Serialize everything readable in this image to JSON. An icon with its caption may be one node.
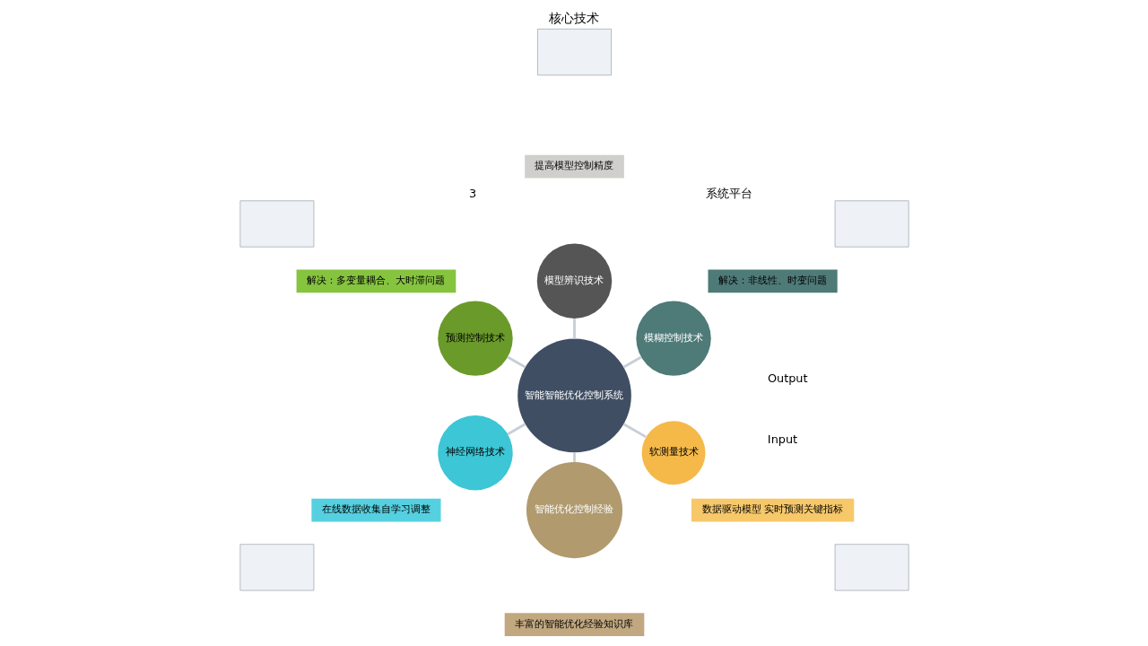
{
  "diagram": {
    "title": "核心技术",
    "nodes": [
      {
        "text": [
          "智能智能优化控制系统"
        ]
      },
      {
        "text": [
          "模糊控制技术"
        ]
      },
      {
        "text": [
          "模型辨识技术"
        ]
      },
      {
        "text": [
          "预测控制技术"
        ]
      },
      {
        "text": [
          "神经网络技术"
        ]
      },
      {
        "text": [
          "智能优化控制经验"
        ]
      },
      {
        "text": [
          "软测量技术"
        ]
      },
      {
        "text": [
          "解决：非线性、时变问题"
        ]
      },
      {
        "text": [
          "解决：多变量耦合、大时滞问题"
        ]
      },
      {
        "text": [
          "提高模型控制精度"
        ]
      },
      {
        "text": [
          "在线数据收集自学习调整"
        ]
      },
      {
        "text": [
          "数据驱动模型 实时预测关键指标"
        ]
      },
      {
        "text": [
          "丰富的智能优化经验知识库"
        ]
      },
      {
        "text": [],
        "shape": "box"
      },
      {
        "text": [],
        "shape": "box"
      },
      {
        "text": [],
        "shape": "box"
      },
      {
        "text": [],
        "shape": "box"
      },
      {
        "text": [],
        "shape": "box"
      }
    ],
    "edges": [
      {
        "from": 0,
        "to": 1,
        "arrow": "none"
      },
      {
        "from": 0,
        "to": 2,
        "arrow": "none"
      },
      {
        "from": 0,
        "to": 3,
        "arrow": "none"
      },
      {
        "from": 0,
        "to": 4,
        "arrow": "none"
      },
      {
        "from": 0,
        "to": 5,
        "arrow": "none"
      },
      {
        "from": 0,
        "to": 6,
        "arrow": "none"
      }
    ],
    "labels": [
      "3",
      "系统平台",
      "Input",
      "Output"
    ]
  }
}
